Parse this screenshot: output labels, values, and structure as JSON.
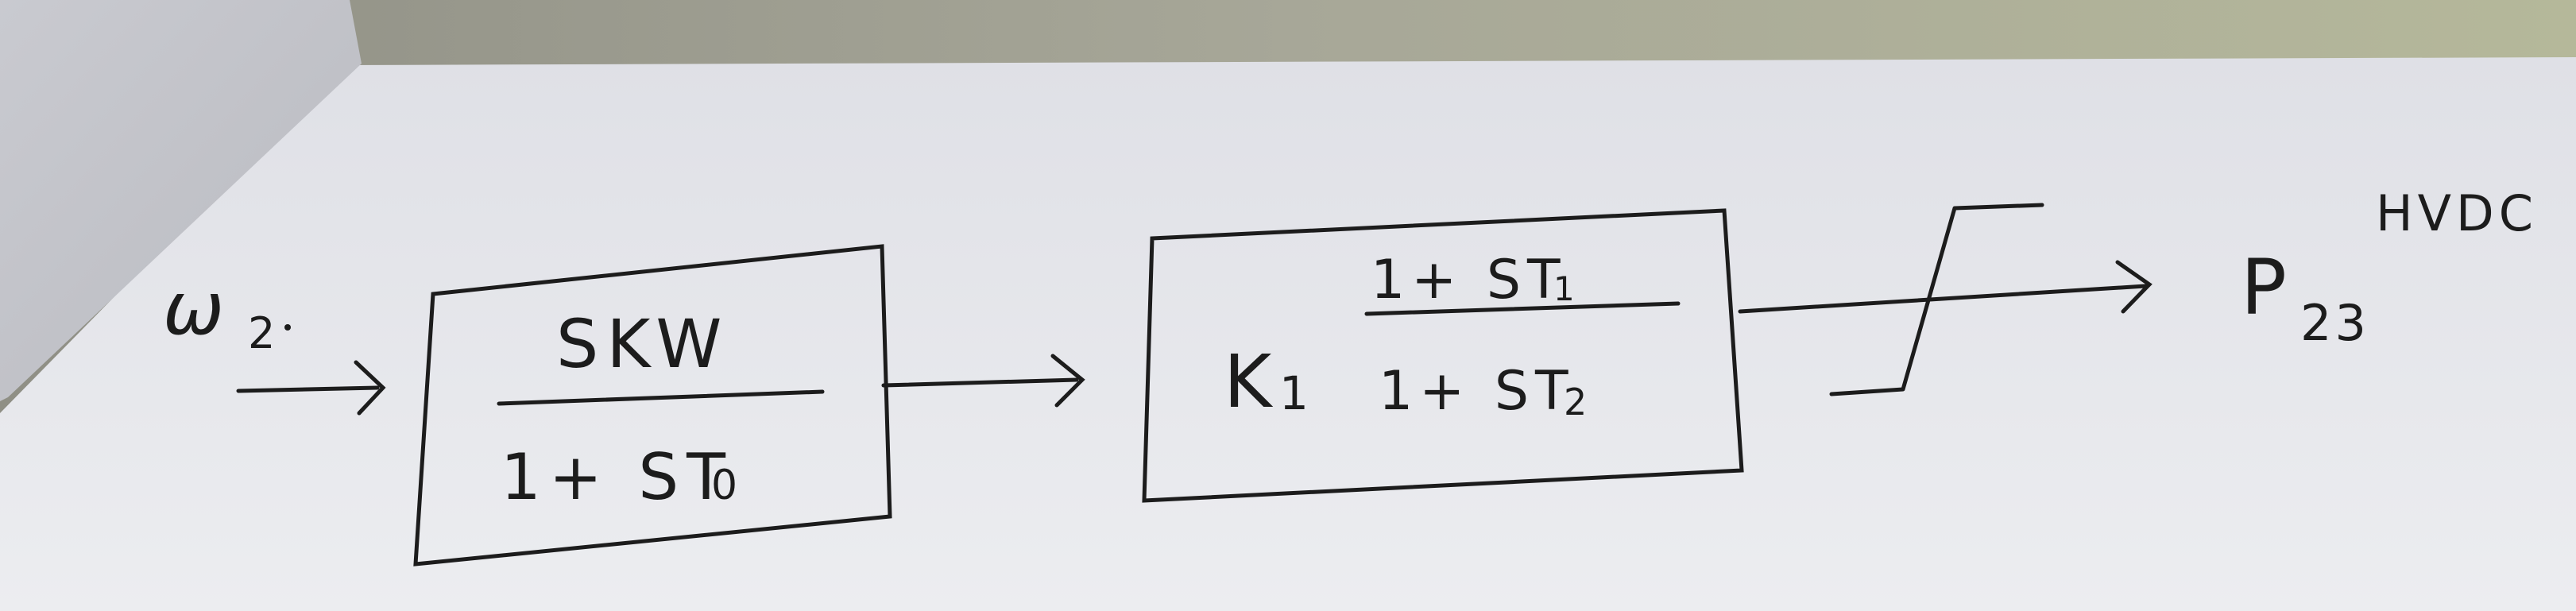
{
  "input": {
    "label": "ω",
    "subscript": "2"
  },
  "block1": {
    "numerator": "SKW",
    "denominator": "1+ ST",
    "denominator_subscript": "0"
  },
  "block2": {
    "gain": "K",
    "gain_subscript": "1",
    "numerator": "1+ ST",
    "numerator_subscript": "1",
    "denominator": "1+ ST",
    "denominator_subscript": "2"
  },
  "output": {
    "label": "P",
    "subscript": "23",
    "superscript": "HVDC"
  },
  "colors": {
    "paper": "#e9e9ed",
    "ink": "#1c1c1c",
    "background": "#9a9a8e",
    "folded_sheet": "#cfd0d6"
  }
}
